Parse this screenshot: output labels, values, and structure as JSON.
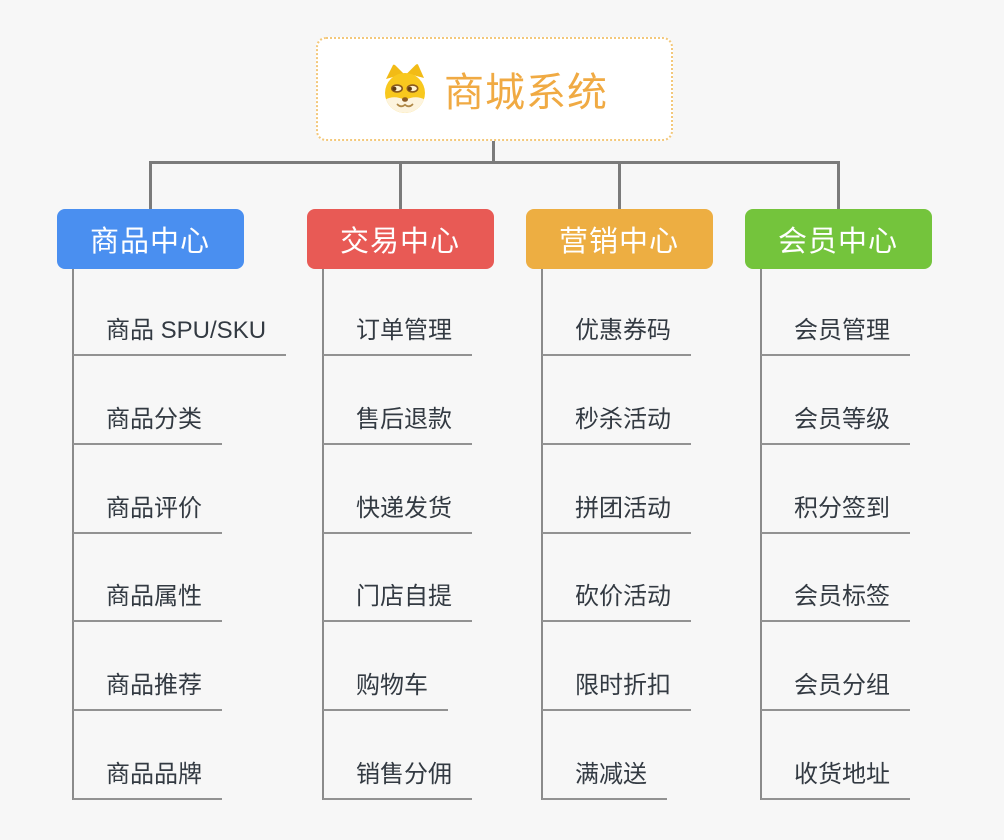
{
  "root": {
    "title": "商城系统",
    "icon": "doge-face-icon",
    "text_color": "#f0aa43",
    "border_color": "#f3c87b"
  },
  "connector_color": "#7b7b7b",
  "branches": [
    {
      "label": "商品中心",
      "color": "#4a8ff0",
      "items": [
        "商品 SPU/SKU",
        "商品分类",
        "商品评价",
        "商品属性",
        "商品推荐",
        "商品品牌"
      ]
    },
    {
      "label": "交易中心",
      "color": "#e85a55",
      "items": [
        "订单管理",
        "售后退款",
        "快递发货",
        "门店自提",
        "购物车",
        "销售分佣"
      ]
    },
    {
      "label": "营销中心",
      "color": "#edae42",
      "items": [
        "优惠券码",
        "秒杀活动",
        "拼团活动",
        "砍价活动",
        "限时折扣",
        "满减送"
      ]
    },
    {
      "label": "会员中心",
      "color": "#74c43c",
      "items": [
        "会员管理",
        "会员等级",
        "积分签到",
        "会员标签",
        "会员分组",
        "收货地址"
      ]
    }
  ]
}
